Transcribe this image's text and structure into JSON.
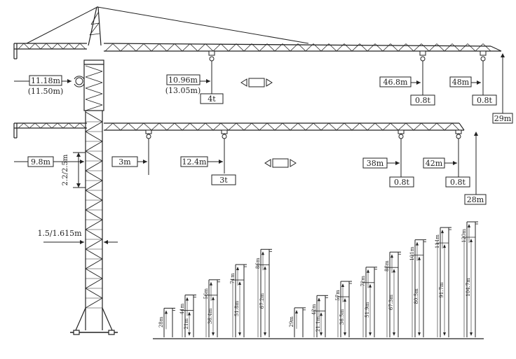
{
  "upper_jib": {
    "counter_radius": "11.18m",
    "counter_radius_alt": "(11.50m)",
    "radius_at_max_load": "10.96m",
    "radius_at_max_load_alt": "(13.05m)",
    "max_load": "4t",
    "radius_a": "46.8m",
    "load_a": "0.8t",
    "radius_b": "48m",
    "load_b": "0.8t",
    "hook_height": "29m"
  },
  "lower_jib": {
    "counter_radius": "9.8m",
    "min_radius": "3m",
    "radius_at_max_load": "12.4m",
    "max_load": "3t",
    "radius_a": "38m",
    "load_a": "0.8t",
    "radius_b": "42m",
    "load_b": "0.8t",
    "hook_height": "28m"
  },
  "mast": {
    "section_height": "2.2/2.5m",
    "section_width": "1.5/1.615m"
  },
  "icons": {
    "slewing": "rotate-icon",
    "trolley": "trolley-icon"
  },
  "height_configs": {
    "left_group": [
      {
        "outer": "28m"
      },
      {
        "outer": "41m",
        "inner": "21m"
      },
      {
        "outer": "56m",
        "inner": "36.4m"
      },
      {
        "outer": "71m",
        "inner": "51.8m"
      },
      {
        "outer": "86m",
        "inner": "67.2m"
      }
    ],
    "right_group": [
      {
        "outer": "29m"
      },
      {
        "outer": "42m",
        "inner": "21.1m"
      },
      {
        "outer": "57m",
        "inner": "36.5m"
      },
      {
        "outer": "72m",
        "inner": "51.9m"
      },
      {
        "outer": "88m",
        "inner": "67.3m"
      },
      {
        "outer": "101m",
        "inner": "80.5m"
      },
      {
        "outer": "114m",
        "inner": "91.7m"
      },
      {
        "outer": "120m",
        "inner": "104.7m"
      }
    ]
  }
}
